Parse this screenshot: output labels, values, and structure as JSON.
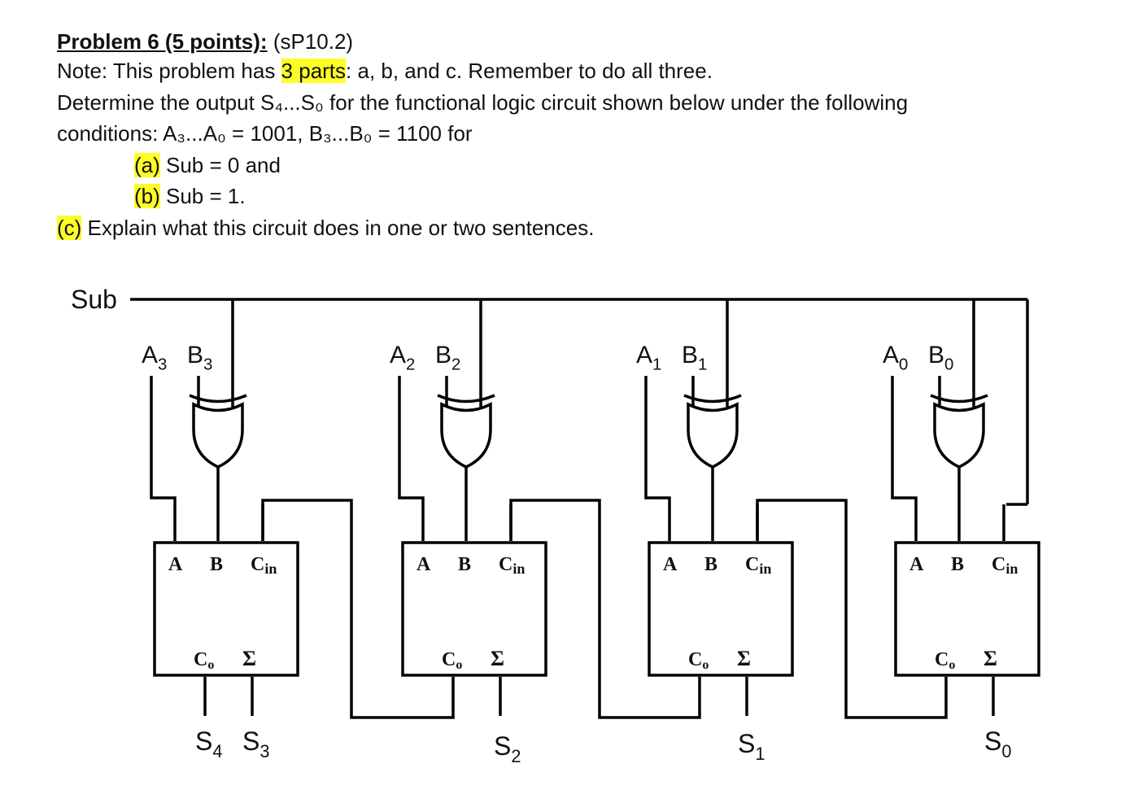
{
  "problem": {
    "heading": "Problem 6 (5 points):",
    "code": "(sP10.2)",
    "note_pre": "Note: This problem has ",
    "note_highlight": "3 parts",
    "note_post": ": a, b, and c. Remember to do all three.",
    "line3": "Determine the output S₄...S₀ for the functional logic circuit shown below under the following",
    "line4": "conditions: A₃...A₀ = 1001, B₃...B₀ = 1100 for",
    "part_a_tag": "(a)",
    "part_a_text": " Sub = 0 and",
    "part_b_tag": "(b)",
    "part_b_text": " Sub = 1.",
    "part_c_tag": "(c)",
    "part_c_text": " Explain what this circuit does in one or two sentences."
  },
  "circuit": {
    "sub_label": "Sub",
    "block_labels": {
      "a": "A",
      "b": "B",
      "cin": "C",
      "cin_sub": "in",
      "co": "C",
      "co_sub": "o",
      "sum": "Σ"
    },
    "stages": [
      {
        "a": "A",
        "a_sub": "3",
        "b": "B",
        "b_sub": "3"
      },
      {
        "a": "A",
        "a_sub": "2",
        "b": "B",
        "b_sub": "2"
      },
      {
        "a": "A",
        "a_sub": "1",
        "b": "B",
        "b_sub": "1"
      },
      {
        "a": "A",
        "a_sub": "0",
        "b": "B",
        "b_sub": "0"
      }
    ],
    "outputs": [
      {
        "name": "S",
        "sub": "4"
      },
      {
        "name": "S",
        "sub": "3"
      },
      {
        "name": "S",
        "sub": "2"
      },
      {
        "name": "S",
        "sub": "1"
      },
      {
        "name": "S",
        "sub": "0"
      }
    ]
  }
}
